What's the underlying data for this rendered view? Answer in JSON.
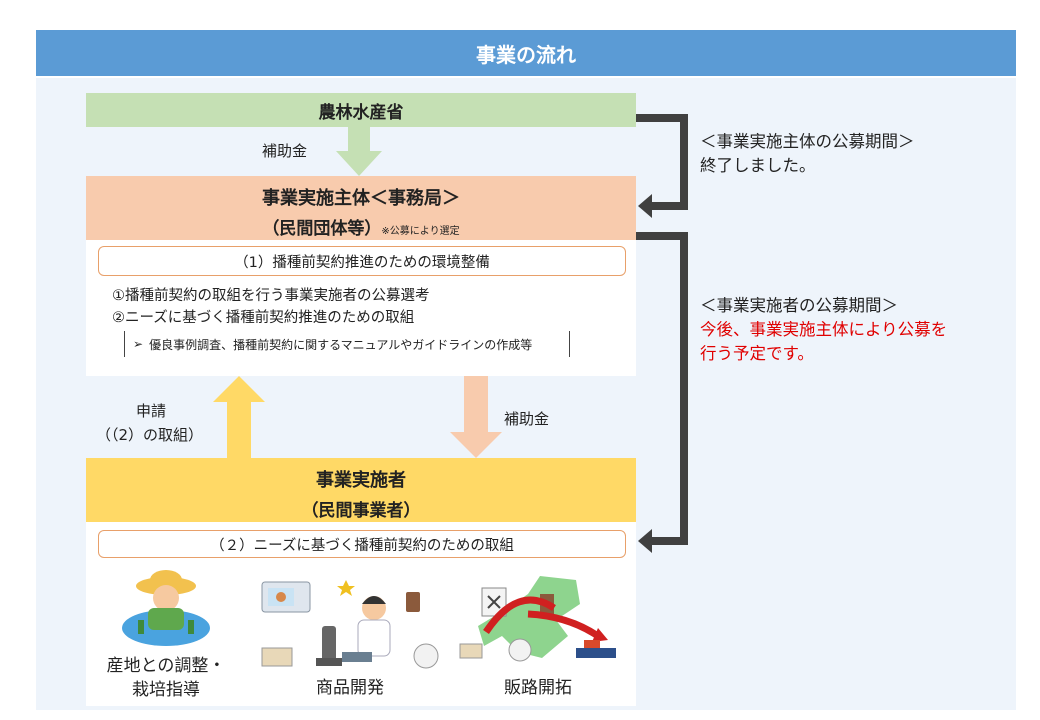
{
  "header": {
    "title": "事業の流れ"
  },
  "flow": {
    "ministry": "農林水産省",
    "subsidy_top": "補助金",
    "entity_line1": "事業実施主体＜事務局＞",
    "entity_line2": "（民間団体等）",
    "entity_note": "※公募により選定",
    "section1_title": "（1）播種前契約推進のための環境整備",
    "section1_item1": "①播種前契約の取組を行う事業実施者の公募選考",
    "section1_item2": "②ニーズに基づく播種前契約推進のための取組",
    "section1_sub": "優良事例調査、播種前契約に関するマニュアルやガイドラインの作成等",
    "apply_line1": "申請",
    "apply_line2": "（（2）の取組）",
    "subsidy_mid": "補助金",
    "implementer_line1": "事業実施者",
    "implementer_line2": "（民間事業者）",
    "section2_title": "（２）ニーズに基づく播種前契約のための取組",
    "activities": [
      {
        "label_line1": "産地との調整・",
        "label_line2": "栽培指導",
        "icon": "farmer-icon"
      },
      {
        "label_line1": "商品開発",
        "label_line2": "",
        "icon": "researcher-icon"
      },
      {
        "label_line1": "販路開拓",
        "label_line2": "",
        "icon": "map-icon"
      }
    ]
  },
  "side": {
    "entity_period_title": "＜事業実施主体の公募期間＞",
    "entity_period_status": "終了しました。",
    "implementer_period_title": "＜事業実施者の公募期間＞",
    "implementer_period_line1": "今後、事業実施主体により公募を",
    "implementer_period_line2": "行う予定です。"
  },
  "colors": {
    "header": "#5b9bd5",
    "ministry": "#c5e0b4",
    "entity": "#f8cbad",
    "implementer": "#ffd966",
    "notice_red": "#e00000"
  }
}
